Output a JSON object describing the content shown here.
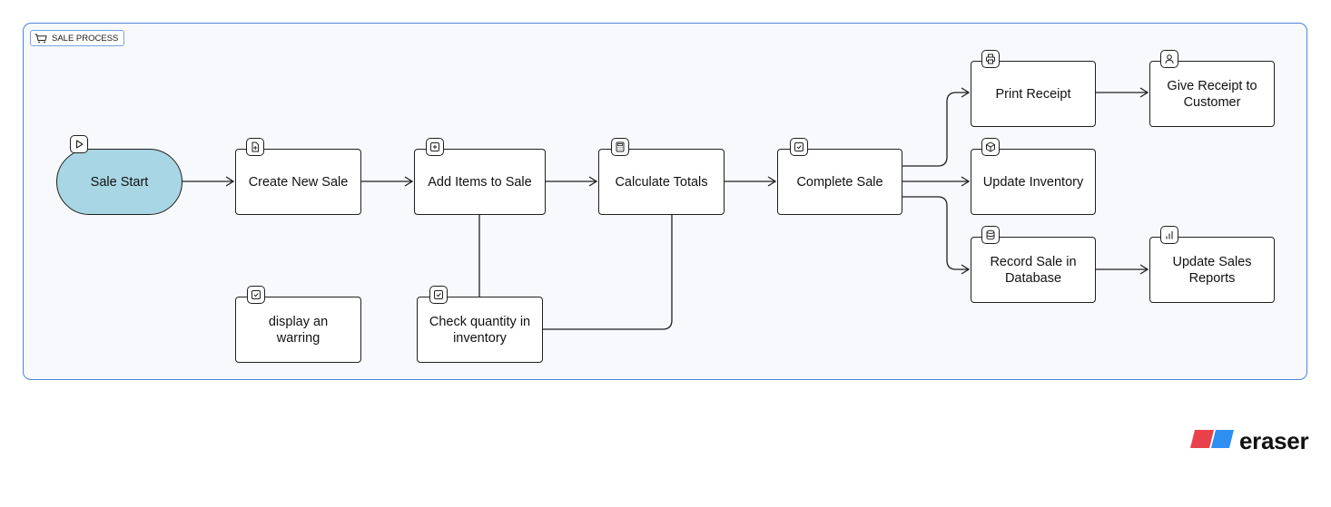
{
  "diagram": {
    "group_label": "SALE PROCESS",
    "nodes": {
      "sale_start": "Sale Start",
      "create_new_sale": "Create New Sale",
      "add_items": "Add Items to Sale",
      "calculate_totals": "Calculate Totals",
      "complete_sale": "Complete Sale",
      "print_receipt": "Print Receipt",
      "give_receipt": "Give Receipt to Customer",
      "update_inventory": "Update Inventory",
      "record_sale": "Record Sale in Database",
      "update_reports": "Update Sales Reports",
      "display_warning": "display an warring",
      "check_quantity": "Check quantity in inventory"
    },
    "icons": {
      "group": "cart-icon",
      "sale_start": "play-icon",
      "create_new_sale": "file-plus-icon",
      "add_items": "plus-square-icon",
      "calculate_totals": "calculator-icon",
      "complete_sale": "check-square-icon",
      "print_receipt": "printer-icon",
      "give_receipt": "user-icon",
      "update_inventory": "package-icon",
      "record_sale": "database-icon",
      "update_reports": "bar-chart-icon",
      "display_warning": "check-square-icon",
      "check_quantity": "check-square-icon"
    },
    "colors": {
      "group_border": "#4a86d6",
      "group_fill": "#f7f9fc",
      "start_fill": "#a8d6e4",
      "brand_red": "#e8414b",
      "brand_blue": "#2f8ff0"
    }
  },
  "branding": {
    "logo_text": "eraser"
  }
}
